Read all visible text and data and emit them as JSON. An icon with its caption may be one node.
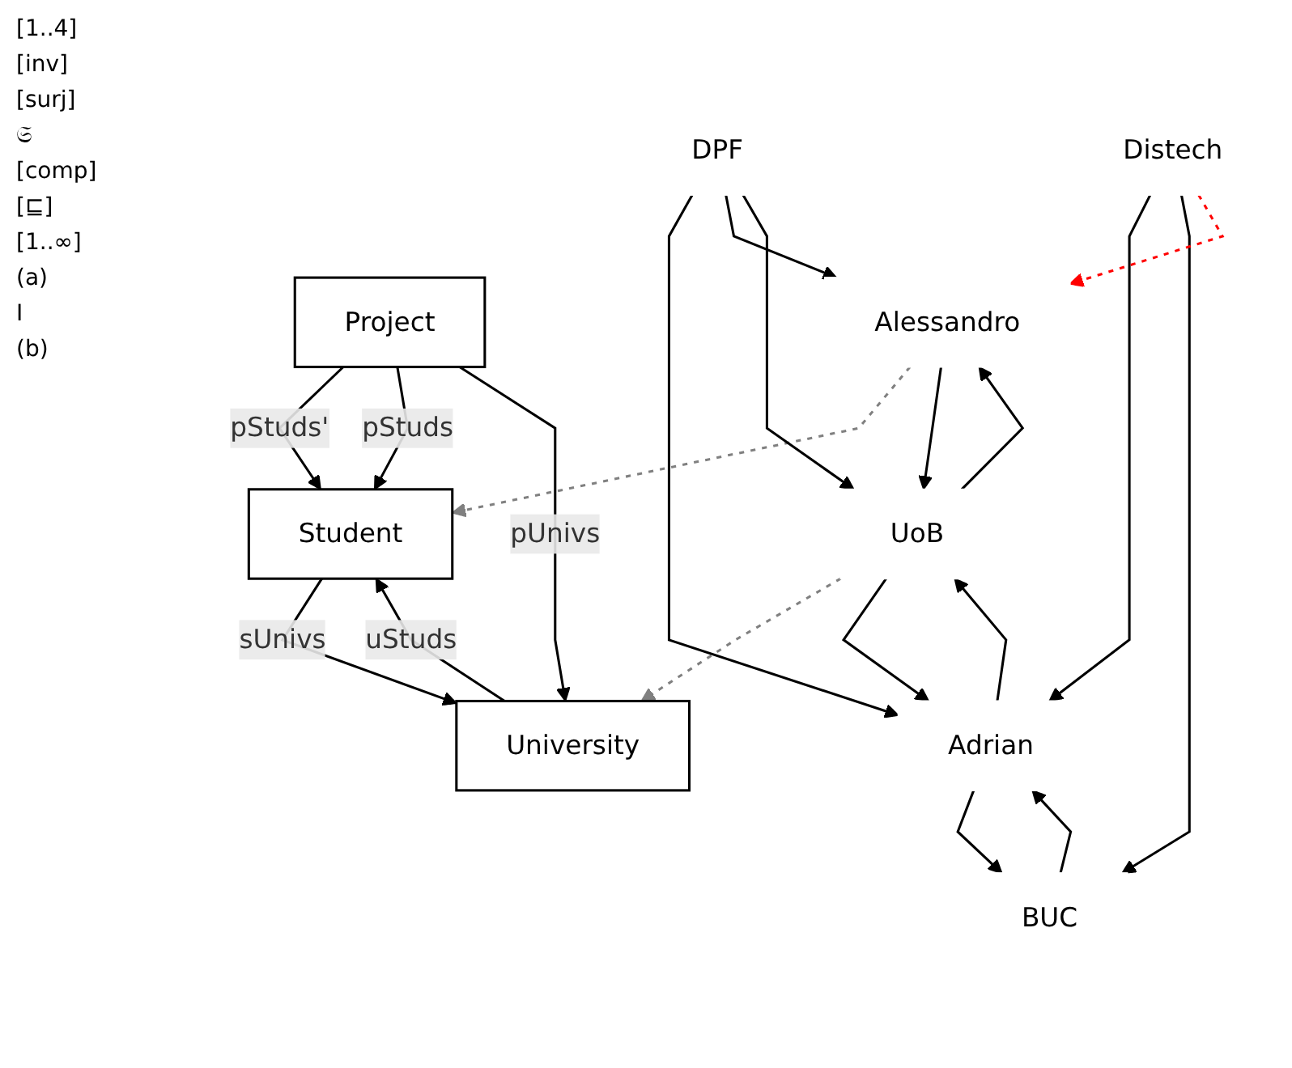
{
  "diagram": {
    "nodes": [
      {
        "text": [
          "Student"
        ]
      },
      {
        "text": [
          "University"
        ]
      },
      {
        "text": [
          "Project"
        ]
      },
      {
        "text": [
          "Alessandro"
        ]
      },
      {
        "text": [
          "UoB"
        ]
      },
      {
        "text": [
          "Adrian"
        ]
      },
      {
        "text": [
          "BUC"
        ]
      },
      {
        "text": [
          "Distech"
        ]
      },
      {
        "text": [
          "DPF"
        ]
      }
    ],
    "edges": [
      {
        "from": 0,
        "to": 1,
        "arrow": "to",
        "label": "sUnivs"
      },
      {
        "from": 1,
        "to": 0,
        "arrow": "to",
        "label": "uStuds"
      },
      {
        "from": 2,
        "to": 0,
        "arrow": "to",
        "label": "pStuds'"
      },
      {
        "from": 2,
        "to": 0,
        "arrow": "to",
        "label": "pStuds"
      },
      {
        "from": 2,
        "to": 1,
        "arrow": "to",
        "label": "pUnivs"
      },
      {
        "from": 3,
        "to": 0,
        "arrow": "to",
        "style": "dashed",
        "color": "#808080"
      },
      {
        "from": 4,
        "to": 1,
        "arrow": "to",
        "style": "dashed",
        "color": "#808080"
      },
      {
        "from": 3,
        "to": 4,
        "arrow": "to"
      },
      {
        "from": 4,
        "to": 3,
        "arrow": "to"
      },
      {
        "from": 4,
        "to": 5,
        "arrow": "to"
      },
      {
        "from": 5,
        "to": 4,
        "arrow": "to"
      },
      {
        "from": 5,
        "to": 6,
        "arrow": "to"
      },
      {
        "from": 6,
        "to": 5,
        "arrow": "to"
      },
      {
        "from": 7,
        "to": 5,
        "arrow": "to"
      },
      {
        "from": 7,
        "to": 6,
        "arrow": "to"
      },
      {
        "from": 7,
        "to": 3,
        "arrow": "to",
        "style": "dashed",
        "color": "#ff0000"
      },
      {
        "from": 8,
        "to": 5,
        "arrow": "to"
      },
      {
        "from": 8,
        "to": 3,
        "arrow": "to"
      },
      {
        "from": 8,
        "to": 4,
        "arrow": "to"
      }
    ],
    "labels": [
      "[1..4]",
      "[inv]",
      "[surj]",
      "𝔖",
      "[comp]",
      "[⊑]",
      "[1..∞]",
      "(a)",
      "I",
      "(b)"
    ]
  }
}
